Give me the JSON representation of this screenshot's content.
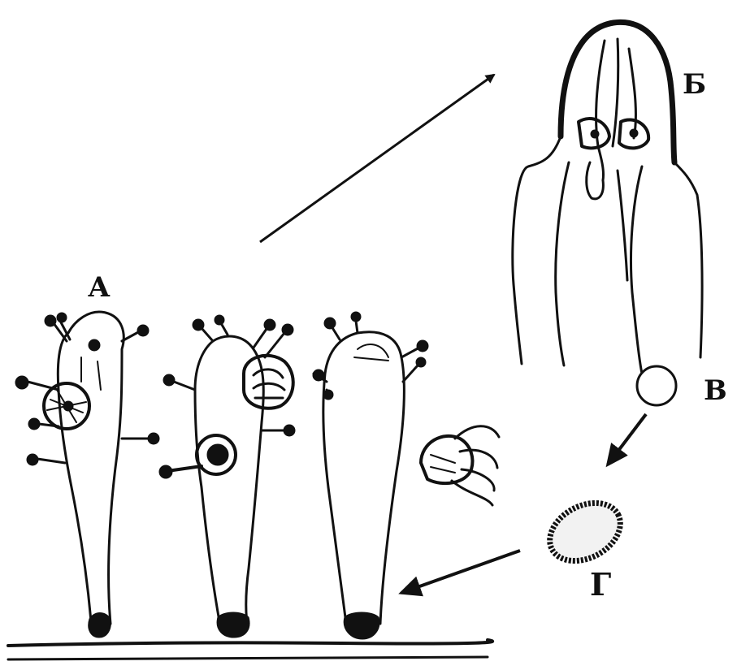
{
  "diagram": {
    "labels": {
      "a": "А",
      "b": "Б",
      "v": "В",
      "g": "Г"
    },
    "colors": {
      "ink": "#111111",
      "background": "#ffffff",
      "egg_fill": "#f2f2f2",
      "egg_shell": "#111111"
    },
    "icons": {
      "polyp": "hydroid-polyp-icon",
      "medusa": "medusa-icon",
      "egg": "egg-cell-icon",
      "planula": "planula-larva-icon",
      "arrow": "arrow-icon"
    }
  }
}
